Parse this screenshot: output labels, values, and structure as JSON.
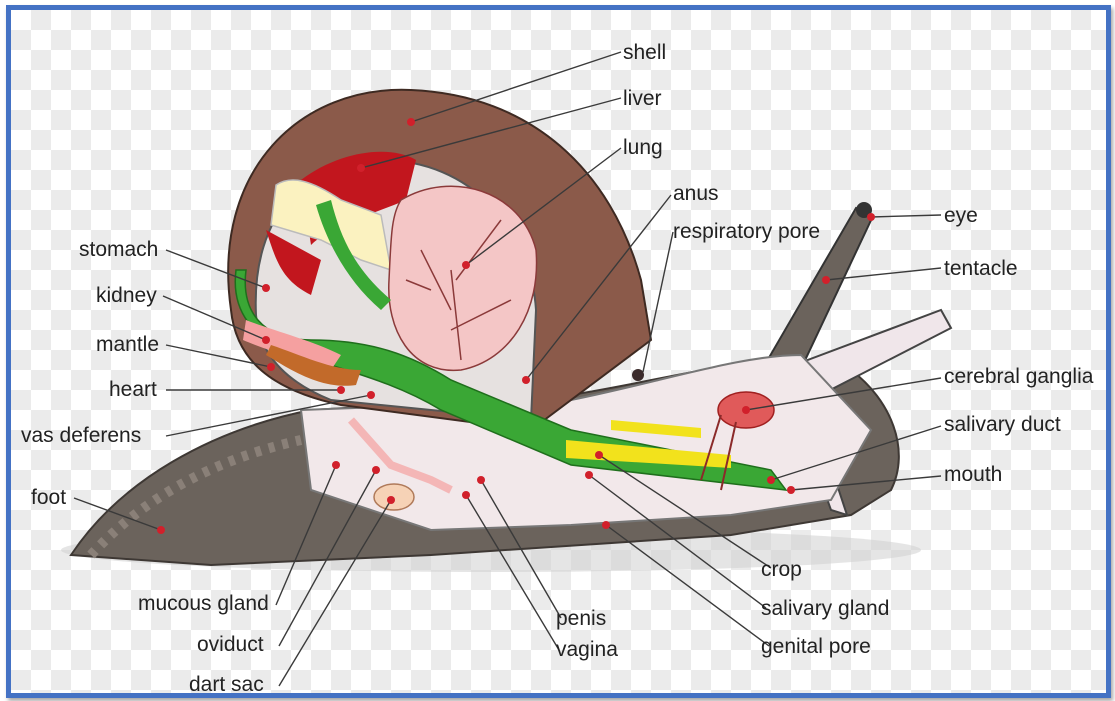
{
  "labels": {
    "shell": "shell",
    "liver": "liver",
    "lung": "lung",
    "anus": "anus",
    "respiratory_pore": "respiratory pore",
    "eye": "eye",
    "tentacle": "tentacle",
    "stomach": "stomach",
    "kidney": "kidney",
    "mantle": "mantle",
    "heart": "heart",
    "vas_deferens": "vas deferens",
    "foot": "foot",
    "cerebral_ganglia": "cerebral ganglia",
    "salivary_duct": "salivary duct",
    "mouth": "mouth",
    "crop": "crop",
    "salivary_gland": "salivary gland",
    "genital_pore": "genital pore",
    "penis": "penis",
    "vagina": "vagina",
    "mucous_gland": "mucous gland",
    "oviduct": "oviduct",
    "dart_sac": "dart sac"
  },
  "colors": {
    "frame_border": "#4472c4",
    "body": "#6b635c",
    "shell": "#8b5a4a",
    "lung": "#f4c6c6",
    "liver": "#c2161e",
    "digestive_tract": "#3aa735",
    "salivary_gland": "#f2e21c",
    "label_dot": "#d1202b"
  }
}
